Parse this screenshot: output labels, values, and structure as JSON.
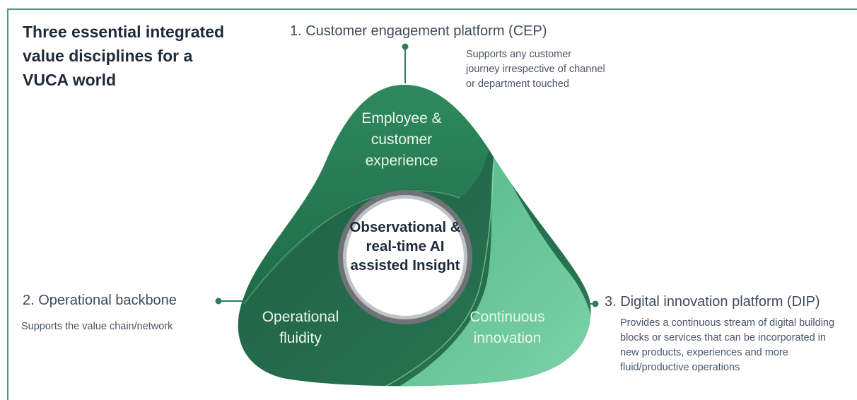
{
  "title": "Three essential integrated value disciplines for a VUCA world",
  "center": {
    "text": "Observational & real-time AI assisted Insight"
  },
  "segments": [
    {
      "label": "Employee & customer experience",
      "color": "#2e7d57"
    },
    {
      "label": "Operational fluidity",
      "color": "#215f44"
    },
    {
      "label": "Continuous innovation",
      "color": "#66c79a"
    }
  ],
  "callouts": [
    {
      "heading": "1. Customer engagement platform (CEP)",
      "description": "Supports any customer journey irrespective of channel or department touched"
    },
    {
      "heading": "2. Operational backbone",
      "description": "Supports the value chain/network"
    },
    {
      "heading": "3. Digital innovation platform (DIP)",
      "description": "Provides a continuous stream of digital building blocks or services that can be incorporated in new products, experiences and more fluid/productive operations"
    }
  ],
  "colors": {
    "accent": "#3aa37a",
    "connector": "#2e7d57",
    "title_text": "#1e2a3a"
  }
}
